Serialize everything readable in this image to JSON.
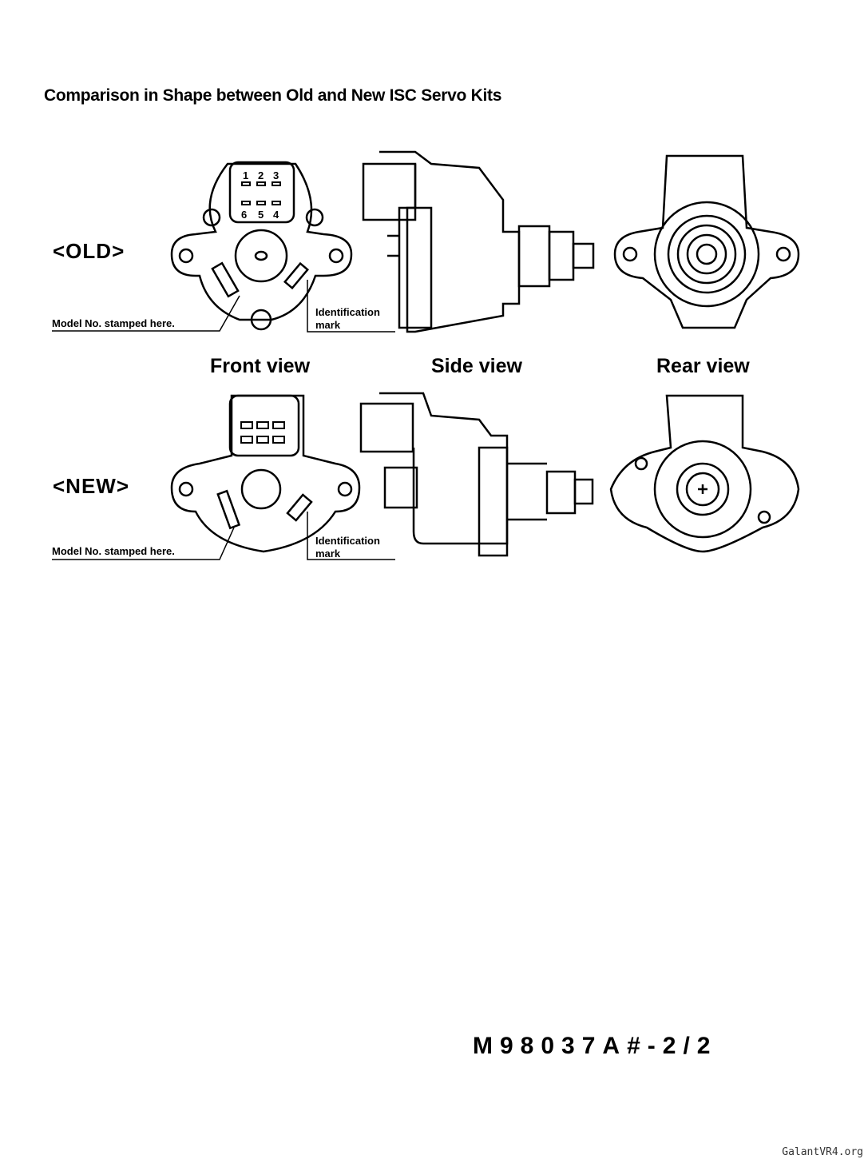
{
  "title": "Comparison in Shape between Old and New ISC Servo Kits",
  "rows": {
    "old": {
      "tag": "<OLD>",
      "model_note": "Model No. stamped here.",
      "id_line1": "Identification",
      "id_line2": "mark",
      "pins_top": [
        "1",
        "2",
        "3"
      ],
      "pins_bottom": [
        "6",
        "5",
        "4"
      ]
    },
    "new": {
      "tag": "<NEW>",
      "model_note": "Model No. stamped here.",
      "id_line1": "Identification",
      "id_line2": "mark"
    }
  },
  "views": {
    "front": "Front view",
    "side": "Side view",
    "rear": "Rear view"
  },
  "doc_number": "M98037A#-2/2",
  "watermark": "GalantVR4.org"
}
